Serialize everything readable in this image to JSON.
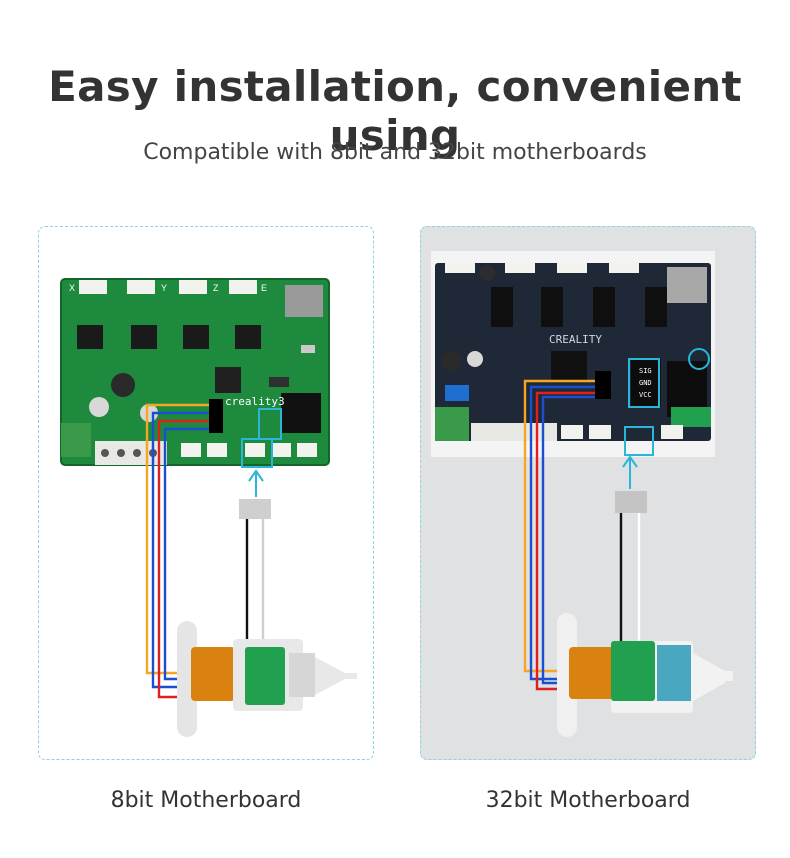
{
  "headline": "Easy installation, convenient using",
  "subheadline": "Compatible with 8bit and 32bit motherboards",
  "panels": {
    "left": {
      "caption": "8bit Motherboard",
      "board_print": "creality3",
      "axis_labels": [
        "X",
        "Y",
        "Z",
        "E"
      ],
      "board_color": "#1d8a3e"
    },
    "right": {
      "caption": "32bit Motherboard",
      "board_print": "CREALITY",
      "pin_labels": [
        "SIG",
        "GND",
        "VCC"
      ],
      "board_color": "#1f2836"
    }
  },
  "colors": {
    "highlight": "#29b6d8",
    "wire_yellow": "#f5a623",
    "wire_red": "#e02020",
    "wire_blue": "#1a4fcf",
    "wire_black": "#111111",
    "wire_white": "#cfcfcf",
    "coil": "#d9820f"
  }
}
